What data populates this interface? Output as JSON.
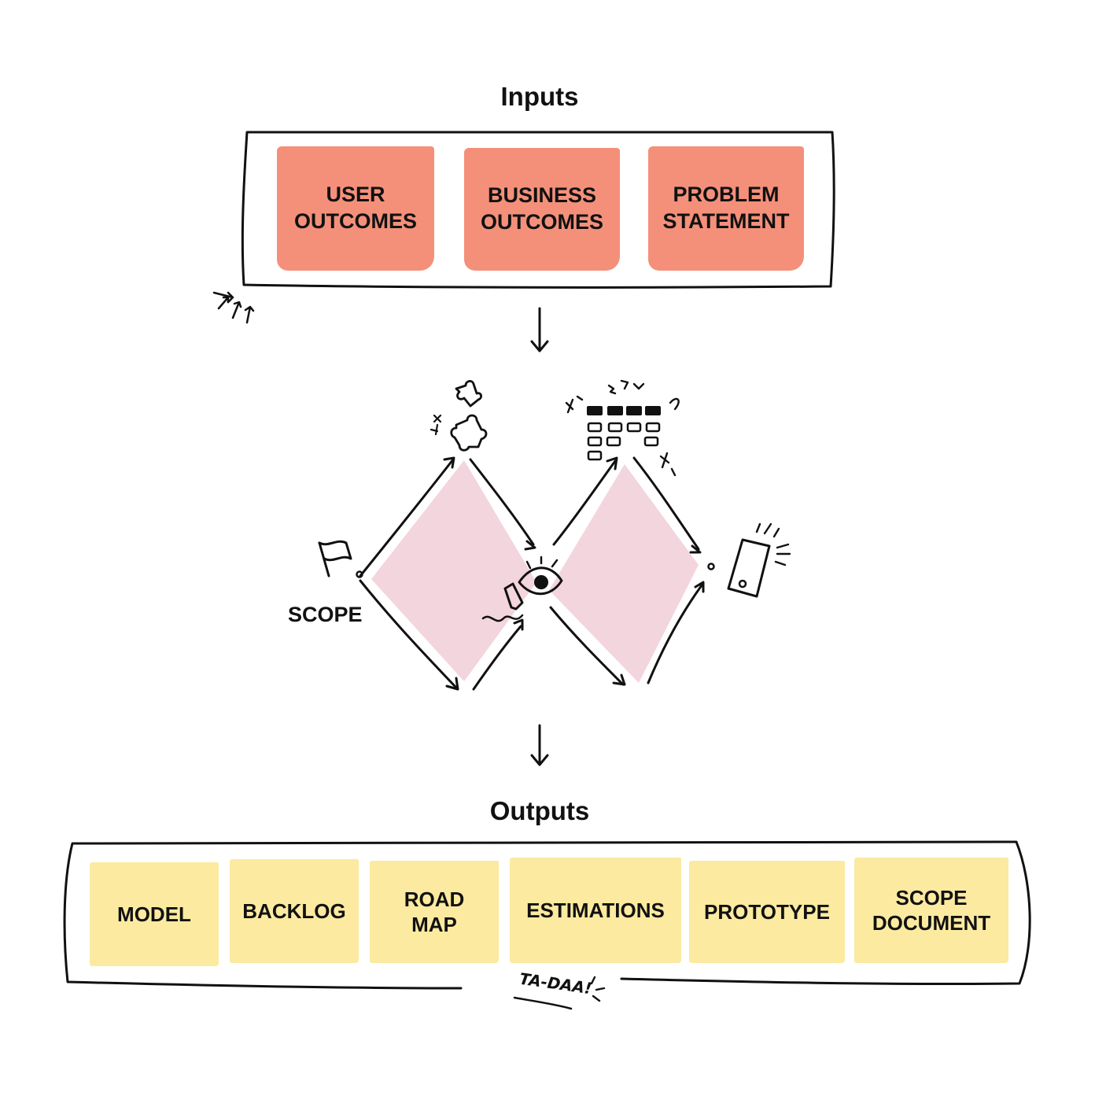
{
  "inputs": {
    "title": "Inputs",
    "items": [
      "USER\nOUTCOMES",
      "BUSINESS\nOUTCOMES",
      "PROBLEM\nSTATEMENT"
    ]
  },
  "process": {
    "start_label": "SCOPE",
    "icons": [
      "flag-icon",
      "puzzle-icon",
      "eye-icon",
      "pencil-icon",
      "board-icon",
      "phone-icon"
    ]
  },
  "outputs": {
    "title": "Outputs",
    "items": [
      "MODEL",
      "BACKLOG",
      "ROAD\nMAP",
      "ESTIMATIONS",
      "PROTOTYPE",
      "SCOPE\nDOCUMENT"
    ],
    "tagline": "TA-DAA!"
  },
  "colors": {
    "input_note": "#f4907a",
    "output_note": "#fbeaa0",
    "diamond": "#f3d5de",
    "ink": "#111111"
  }
}
